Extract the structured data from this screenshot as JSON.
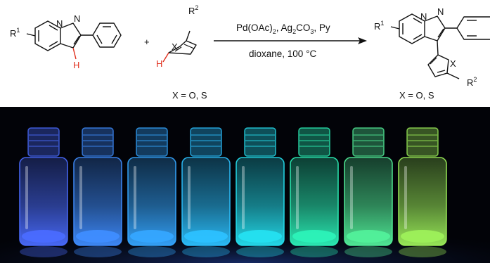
{
  "reaction": {
    "reactant1": {
      "substituent": "R",
      "substituent_sup": "1",
      "h_label": "H"
    },
    "plus": "+",
    "reactant2": {
      "substituent": "R",
      "substituent_sup": "2",
      "hetero": "X",
      "h_label": "H"
    },
    "condition_top": "Pd(OAc)2, Ag2CO3, Py",
    "condition_bottom": "dioxane, 100 °C",
    "product": {
      "substituent1": "R",
      "substituent1_sup": "1",
      "hetero": "X",
      "substituent2": "R",
      "substituent2_sup": "2"
    },
    "x_note_left": "X = O, S",
    "x_note_right": "X = O, S"
  },
  "photo": {
    "vial_colors": [
      "#4a6cff",
      "#3f8dff",
      "#35a6ff",
      "#2cc1ff",
      "#25e0f0",
      "#2cf2b8",
      "#52f09a",
      "#9df05a"
    ]
  }
}
